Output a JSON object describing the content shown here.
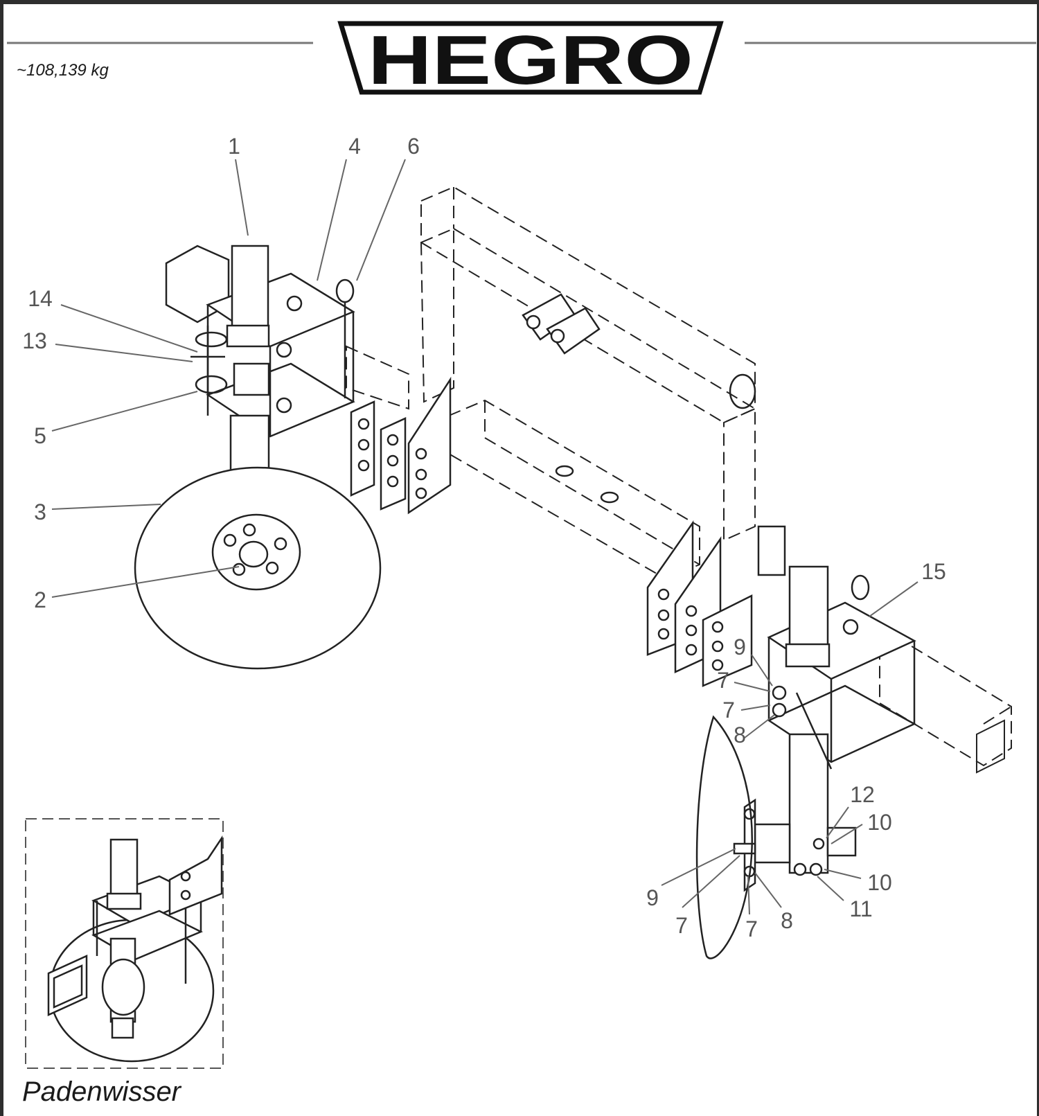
{
  "header": {
    "logo_text": "HEGRO",
    "weight": "~108,139 kg"
  },
  "diagram": {
    "callouts": [
      {
        "id": "c1",
        "text": "1"
      },
      {
        "id": "c4",
        "text": "4"
      },
      {
        "id": "c6",
        "text": "6"
      },
      {
        "id": "c14",
        "text": "14"
      },
      {
        "id": "c13",
        "text": "13"
      },
      {
        "id": "c5",
        "text": "5"
      },
      {
        "id": "c3",
        "text": "3"
      },
      {
        "id": "c2",
        "text": "2"
      },
      {
        "id": "c15",
        "text": "15"
      },
      {
        "id": "c9a",
        "text": "9"
      },
      {
        "id": "c7a",
        "text": "7"
      },
      {
        "id": "c7b",
        "text": "7"
      },
      {
        "id": "c8a",
        "text": "8"
      },
      {
        "id": "c12",
        "text": "12"
      },
      {
        "id": "c10a",
        "text": "10"
      },
      {
        "id": "c10b",
        "text": "10"
      },
      {
        "id": "c11",
        "text": "11"
      },
      {
        "id": "c9b",
        "text": "9"
      },
      {
        "id": "c7c",
        "text": "7"
      },
      {
        "id": "c7d",
        "text": "7"
      },
      {
        "id": "c8b",
        "text": "8"
      }
    ]
  },
  "inset": {
    "caption": "Padenwisser"
  }
}
